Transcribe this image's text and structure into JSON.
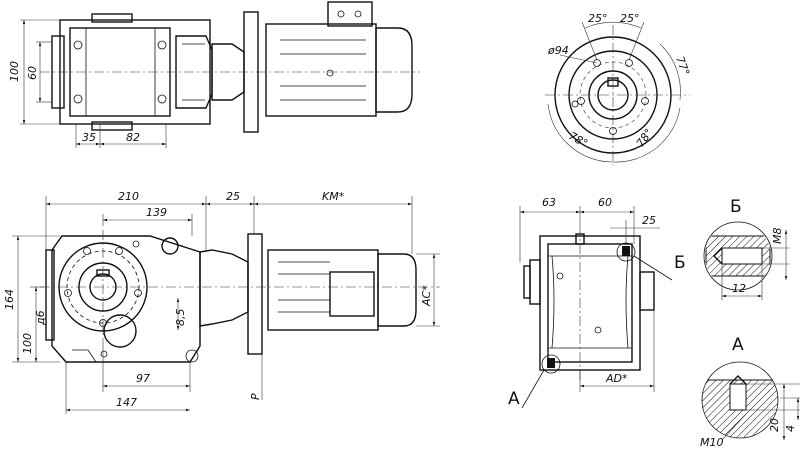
{
  "dimensions": {
    "top_view": {
      "height_outer": "100",
      "height_inner": "60",
      "offset_a": "35",
      "offset_b": "82"
    },
    "end_view": {
      "angle_left": "25°",
      "angle_right": "25°",
      "diameter": "ø94",
      "angle_side": "77°",
      "angle_bl": "78°",
      "angle_br": "78°"
    },
    "front_view": {
      "length_total": "210",
      "length_inner": "139",
      "motor_gap": "25",
      "motor_length": "KM*",
      "height_total": "164",
      "height_axis": "100",
      "height_axis_sub": "д6",
      "key_offset": "8,5",
      "base_a": "97",
      "base_b": "147",
      "motor_height": "AC*",
      "flange_label": "P"
    },
    "side_view": {
      "width_left": "63",
      "width_right": "60",
      "width_small": "25",
      "motor_dim": "AD*"
    },
    "detail_b": {
      "thread": "M8",
      "depth": "12"
    },
    "detail_a": {
      "thread": "M10",
      "depth_a": "20",
      "depth_b": "4"
    }
  },
  "labels": {
    "callout_a": "A",
    "callout_b": "Б",
    "detail_a_title": "A",
    "detail_b_title": "Б"
  }
}
